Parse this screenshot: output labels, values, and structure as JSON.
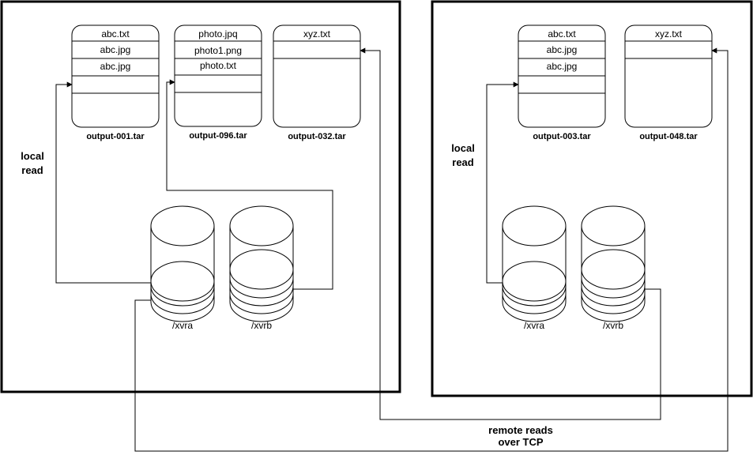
{
  "left_node": {
    "archives": [
      {
        "name": "output-001.tar",
        "files": [
          "abc.txt",
          "abc.jpg",
          "abc.jpg"
        ]
      },
      {
        "name": "output-096.tar",
        "files": [
          "photo.jpq",
          "photo1.png",
          "photo.txt"
        ]
      },
      {
        "name": "output-032.tar",
        "files": [
          "xyz.txt"
        ]
      }
    ],
    "volumes": [
      {
        "label": "/xvra"
      },
      {
        "label": "/xvrb"
      }
    ],
    "local_read_label": [
      "local",
      "read"
    ]
  },
  "right_node": {
    "archives": [
      {
        "name": "output-003.tar",
        "files": [
          "abc.txt",
          "abc.jpg",
          "abc.jpg"
        ]
      },
      {
        "name": "output-048.tar",
        "files": [
          "xyz.txt"
        ]
      }
    ],
    "volumes": [
      {
        "label": "/xvra"
      },
      {
        "label": "/xvrb"
      }
    ],
    "local_read_label": [
      "local",
      "read"
    ]
  },
  "remote_reads_label": [
    "remote reads",
    "over TCP"
  ],
  "colors": {
    "stroke": "#000000",
    "background": "#ffffff"
  }
}
